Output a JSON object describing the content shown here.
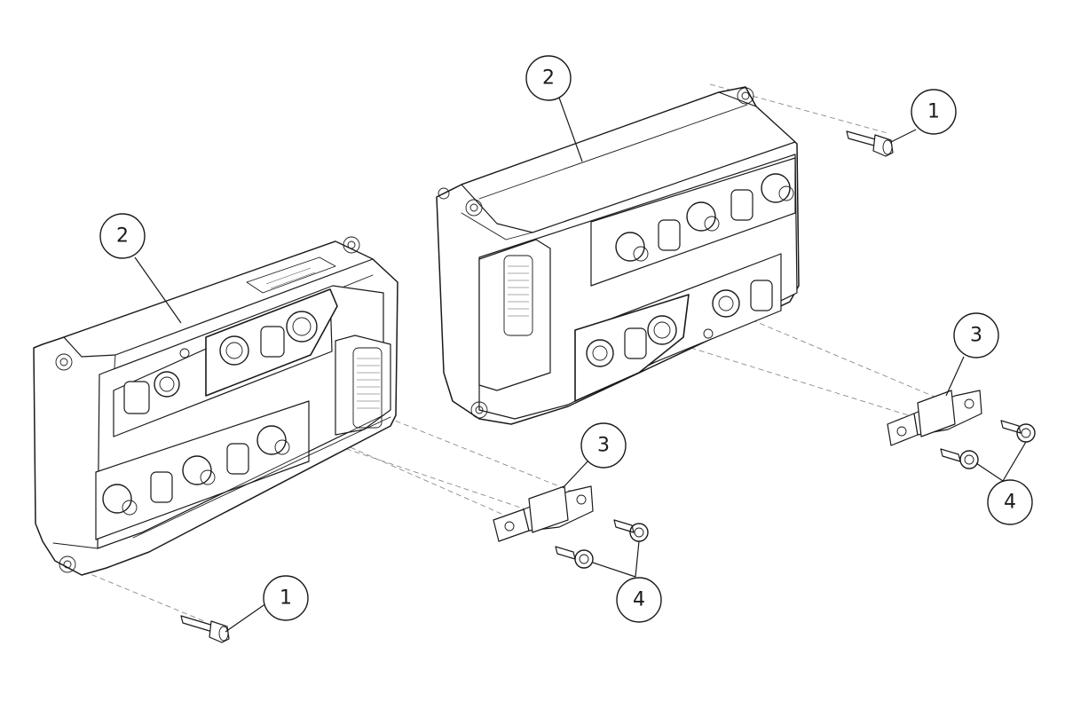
{
  "callouts": {
    "c1_left": "1",
    "c1_right": "1",
    "c2_left": "2",
    "c2_right": "2",
    "c3_left": "3",
    "c3_right": "3",
    "c4_left": "4",
    "c4_right": "4"
  },
  "colors": {
    "line": "#1a1a1a",
    "dash": "#8a8a8a",
    "background": "#ffffff"
  }
}
